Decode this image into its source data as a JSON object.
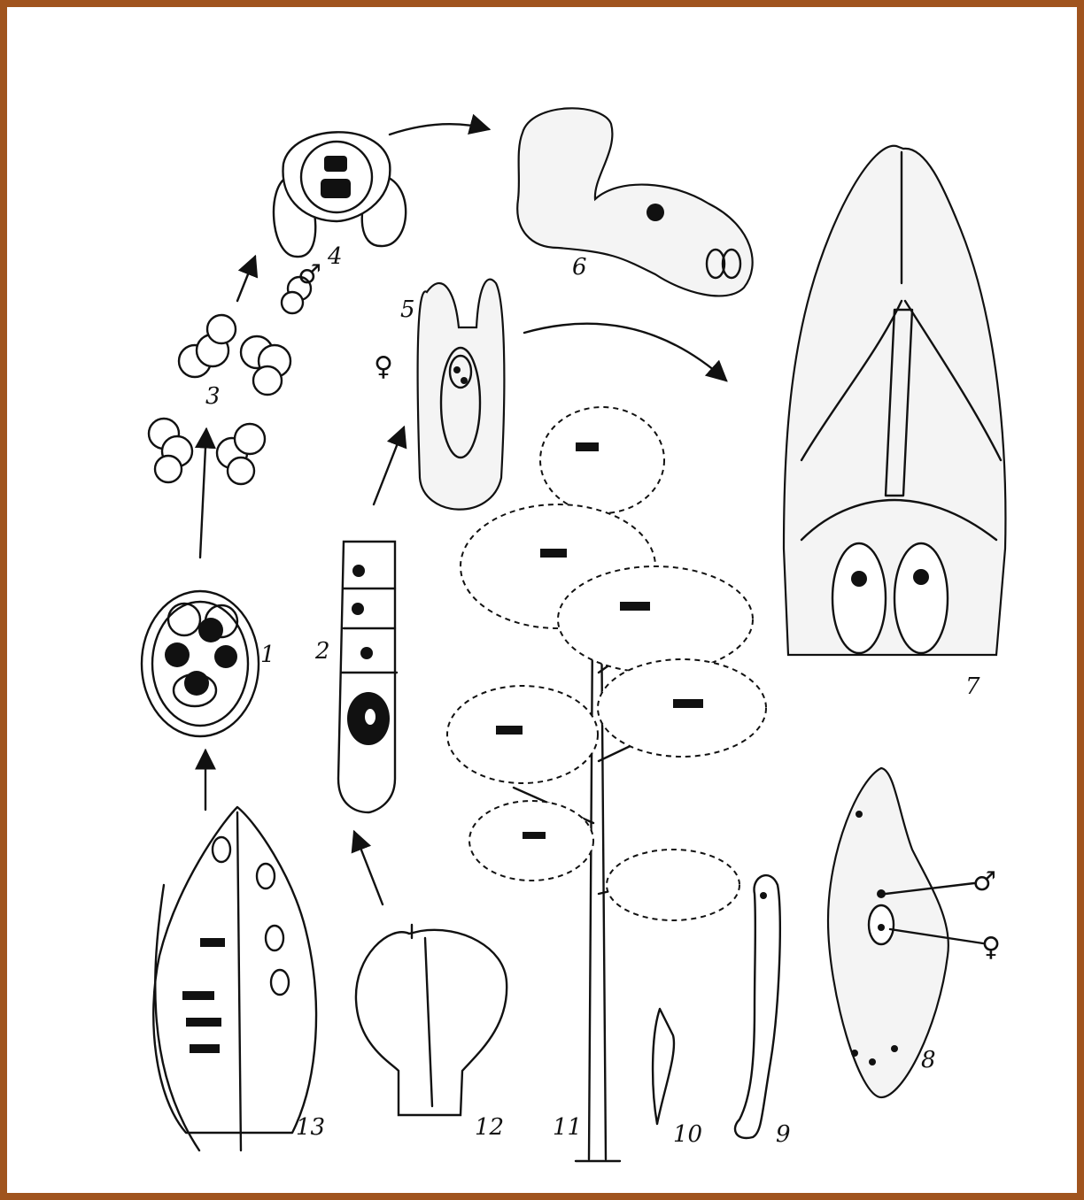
{
  "figure": {
    "labels": {
      "l1": "1",
      "l2": "2",
      "l3": "3",
      "l4": "4",
      "l5": "5",
      "l6": "6",
      "l7": "7",
      "l8": "8",
      "l9": "9",
      "l10": "10",
      "l11": "11",
      "l12": "12",
      "l13": "13"
    },
    "symbols": {
      "male_4": "♂",
      "female_5": "♀",
      "male_8": "♂",
      "female_8": "♀"
    }
  }
}
